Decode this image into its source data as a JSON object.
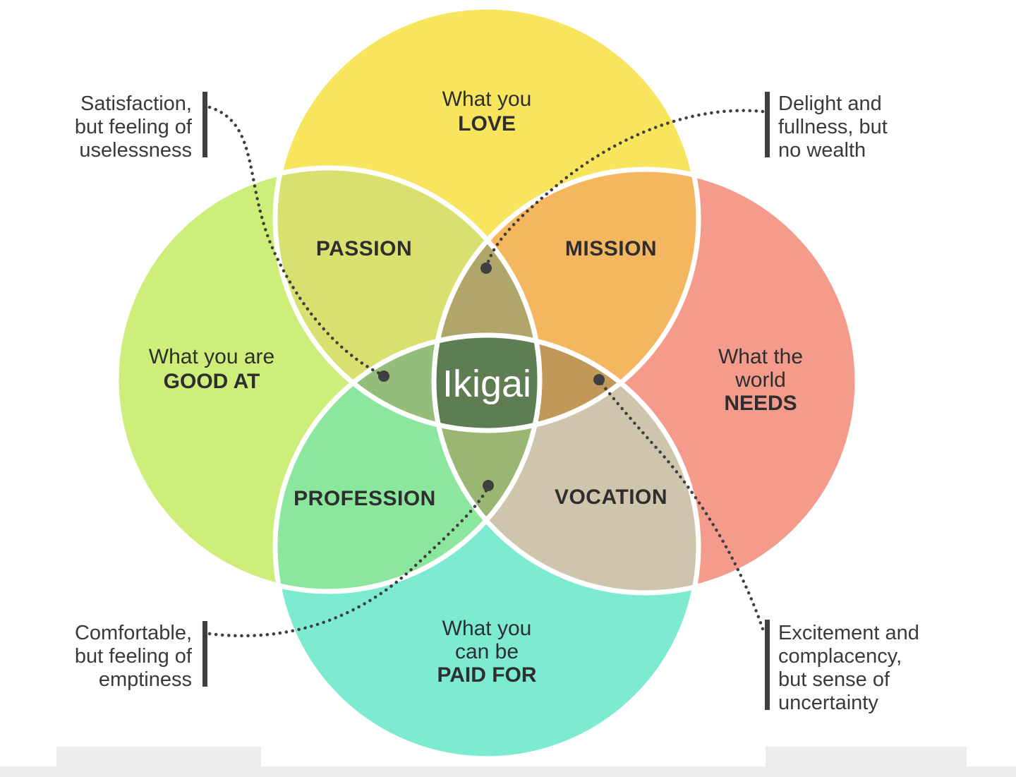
{
  "diagram": {
    "center": {
      "label": "Ikigai",
      "color": "#5E7D52"
    },
    "circles": {
      "love": {
        "line1": "What you",
        "line2": "LOVE",
        "color": "#F9E45E"
      },
      "good_at": {
        "line1": "What you are",
        "line2": "GOOD AT",
        "color": "#CDEE79"
      },
      "needs": {
        "line1": "What the",
        "line2": "world",
        "line3": "NEEDS",
        "color": "#F49B8C"
      },
      "paid_for": {
        "line1": "What you",
        "line2": "can be",
        "line3": "PAID FOR",
        "color": "#7CEBD2"
      }
    },
    "overlaps": {
      "passion": {
        "label": "PASSION",
        "color": "#D9E06F"
      },
      "mission": {
        "label": "MISSION",
        "color": "#F4B75F"
      },
      "profession": {
        "label": "PROFESSION",
        "color": "#8BE79E"
      },
      "vocation": {
        "label": "VOCATION",
        "color": "#CFC5AC"
      },
      "love_goodat_needs": {
        "color": "#B1A669"
      },
      "love_goodat_paidfor": {
        "color": "#93BD79"
      },
      "love_needs_paidfor": {
        "color": "#C29858"
      },
      "goodat_needs_paidfor": {
        "color": "#9AB673"
      }
    },
    "annotations": {
      "satisfaction": {
        "line1": "Satisfaction,",
        "line2": "but feeling of",
        "line3": "uselessness"
      },
      "delight": {
        "line1": "Delight and",
        "line2": "fullness, but",
        "line3": "no wealth"
      },
      "comfortable": {
        "line1": "Comfortable,",
        "line2": "but feeling of",
        "line3": "emptiness"
      },
      "excitement": {
        "line1": "Excitement and",
        "line2": "complacency,",
        "line3": "but sense of",
        "line4": "uncertainty"
      }
    },
    "connector_color": "#3F3F3F",
    "footer_strip_color": "#ECECEC"
  }
}
